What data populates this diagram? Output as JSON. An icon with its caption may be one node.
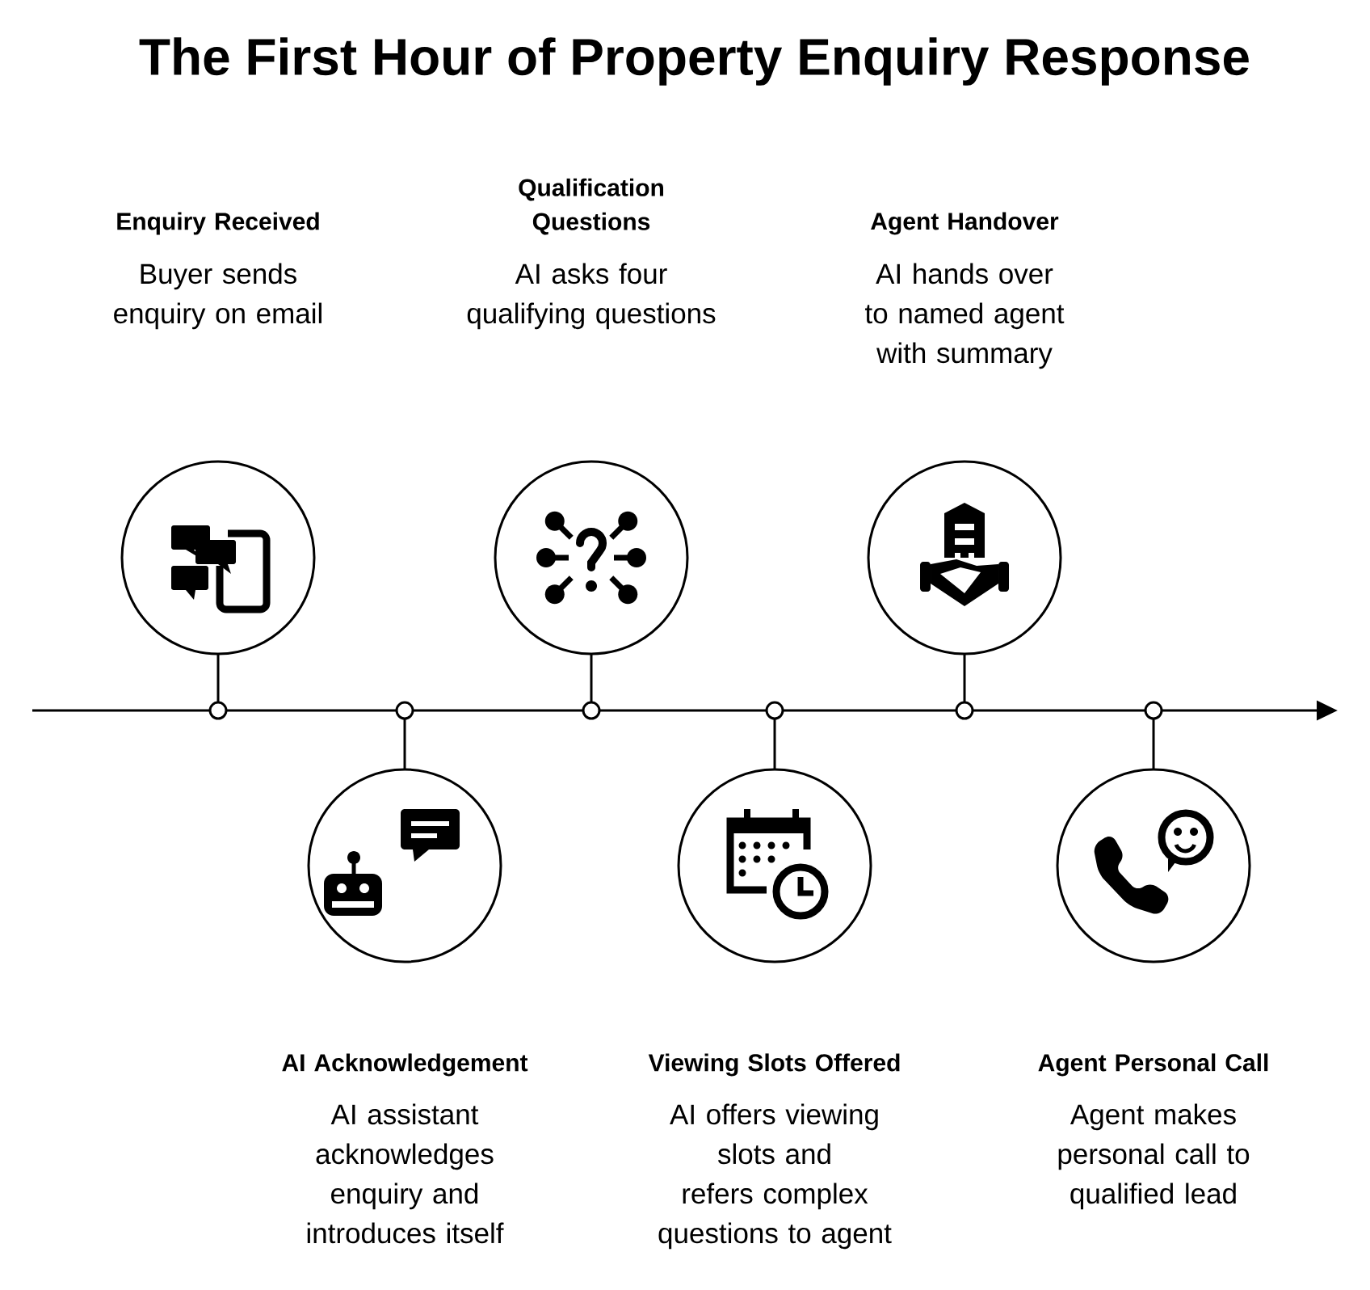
{
  "diagram": {
    "title": "The First Hour of Property Enquiry Response",
    "nodes": [
      {
        "text": [],
        "shape": "circle",
        "beside": [
          "Enquiry Received",
          "Buyer sends enquiry on email"
        ]
      },
      {
        "text": [],
        "shape": "circle",
        "beside": [
          "AI Acknowledgement",
          "AI assistant acknowledges enquiry and introduces itself"
        ]
      },
      {
        "text": [],
        "shape": "circle",
        "beside": [
          "Qualification Questions",
          "AI asks four qualifying questions"
        ]
      },
      {
        "text": [],
        "shape": "circle",
        "beside": [
          "Viewing Slots Offered",
          "AI offers viewing slots and refers complex questions to agent"
        ]
      },
      {
        "text": [],
        "shape": "circle",
        "beside": [
          "Agent Handover",
          "AI hands over to named agent with summary"
        ]
      },
      {
        "text": [],
        "shape": "circle",
        "beside": [
          "Agent Personal Call",
          "Agent makes personal call to qualified lead"
        ]
      }
    ]
  }
}
